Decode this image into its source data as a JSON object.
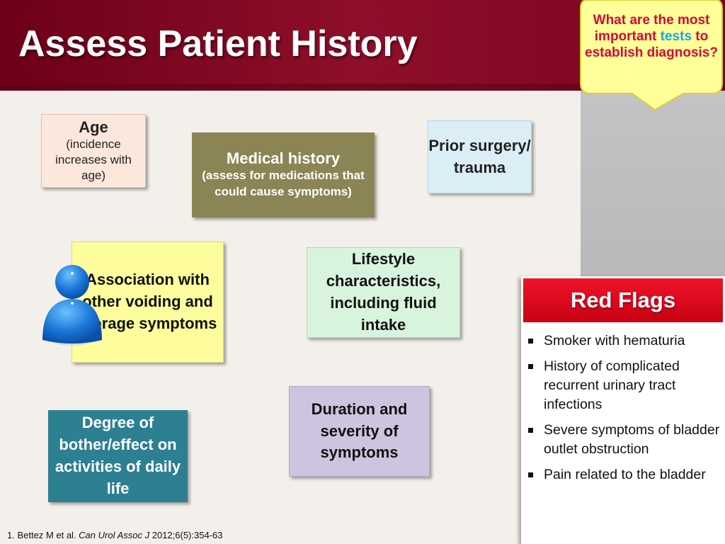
{
  "title": "Assess Patient History",
  "callout": {
    "line_pre": "What are the most important",
    "highlight": "tests",
    "line_post": "to establish diagnosis?",
    "color": "#d3083a",
    "highlight_color": "#1fa3e2"
  },
  "boxes": {
    "age": {
      "title": "Age",
      "sub": "(incidence increases with age)"
    },
    "medical_history": {
      "title": "Medical history",
      "sub": "(assess for medications that could cause symptoms)"
    },
    "prior_surgery": "Prior surgery/ trauma",
    "association": "Association with other voiding and storage symptoms",
    "lifestyle": "Lifestyle characteristics, including fluid intake",
    "duration": "Duration and severity of symptoms",
    "degree": "Degree of bother/effect on activities of daily life"
  },
  "red_flags": {
    "title": "Red Flags",
    "items": [
      "Smoker with hematuria",
      "History of complicated recurrent urinary tract infections",
      "Severe symptoms of bladder outlet obstruction",
      "Pain related to the bladder"
    ]
  },
  "footnote": {
    "prefix": "1. Bettez M et al.",
    "journal": "Can Urol Assoc J",
    "suffix": "2012;6(5):354-63"
  },
  "colors": {
    "header": "#7a0320",
    "red_flag_header": "#e3081c",
    "medical_box": "#8b8555",
    "degree_box": "#2d7f92"
  }
}
